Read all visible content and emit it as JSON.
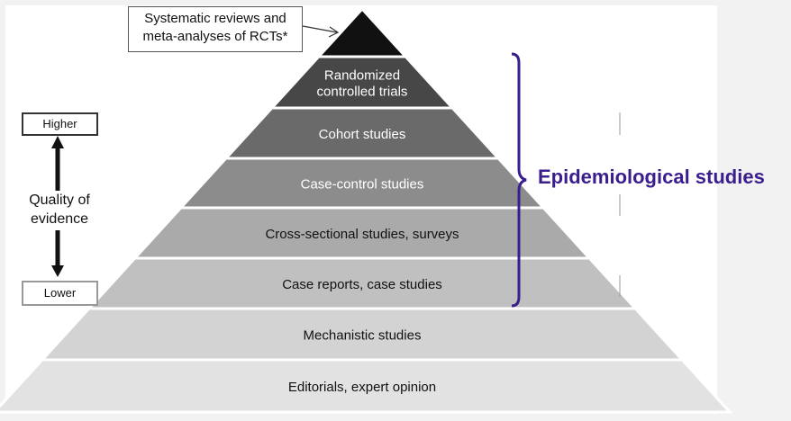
{
  "pyramid": {
    "levels": [
      {
        "label": "",
        "color": "#111111",
        "text_color": "#ffffff"
      },
      {
        "label": "Randomized\ncontrolled trials",
        "color": "#474747",
        "text_color": "#ffffff"
      },
      {
        "label": "Cohort studies",
        "color": "#6a6a6a",
        "text_color": "#ffffff"
      },
      {
        "label": "Case-control studies",
        "color": "#8c8c8c",
        "text_color": "#ffffff"
      },
      {
        "label": "Cross-sectional studies, surveys",
        "color": "#aaaaaa",
        "text_color": "#111111"
      },
      {
        "label": "Case reports, case studies",
        "color": "#c0c0c0",
        "text_color": "#111111"
      },
      {
        "label": "Mechanistic studies",
        "color": "#d3d3d3",
        "text_color": "#111111"
      },
      {
        "label": "Editorials, expert opinion",
        "color": "#e2e2e2",
        "text_color": "#111111"
      }
    ]
  },
  "callout": {
    "line1": "Systematic reviews and",
    "line2": "meta-analyses of RCTs*"
  },
  "quality_axis": {
    "higher": "Higher",
    "lower": "Lower",
    "label_line1": "Quality of",
    "label_line2": "evidence"
  },
  "bracket": {
    "label": "Epidemiological studies",
    "color": "#3a1e8e"
  }
}
